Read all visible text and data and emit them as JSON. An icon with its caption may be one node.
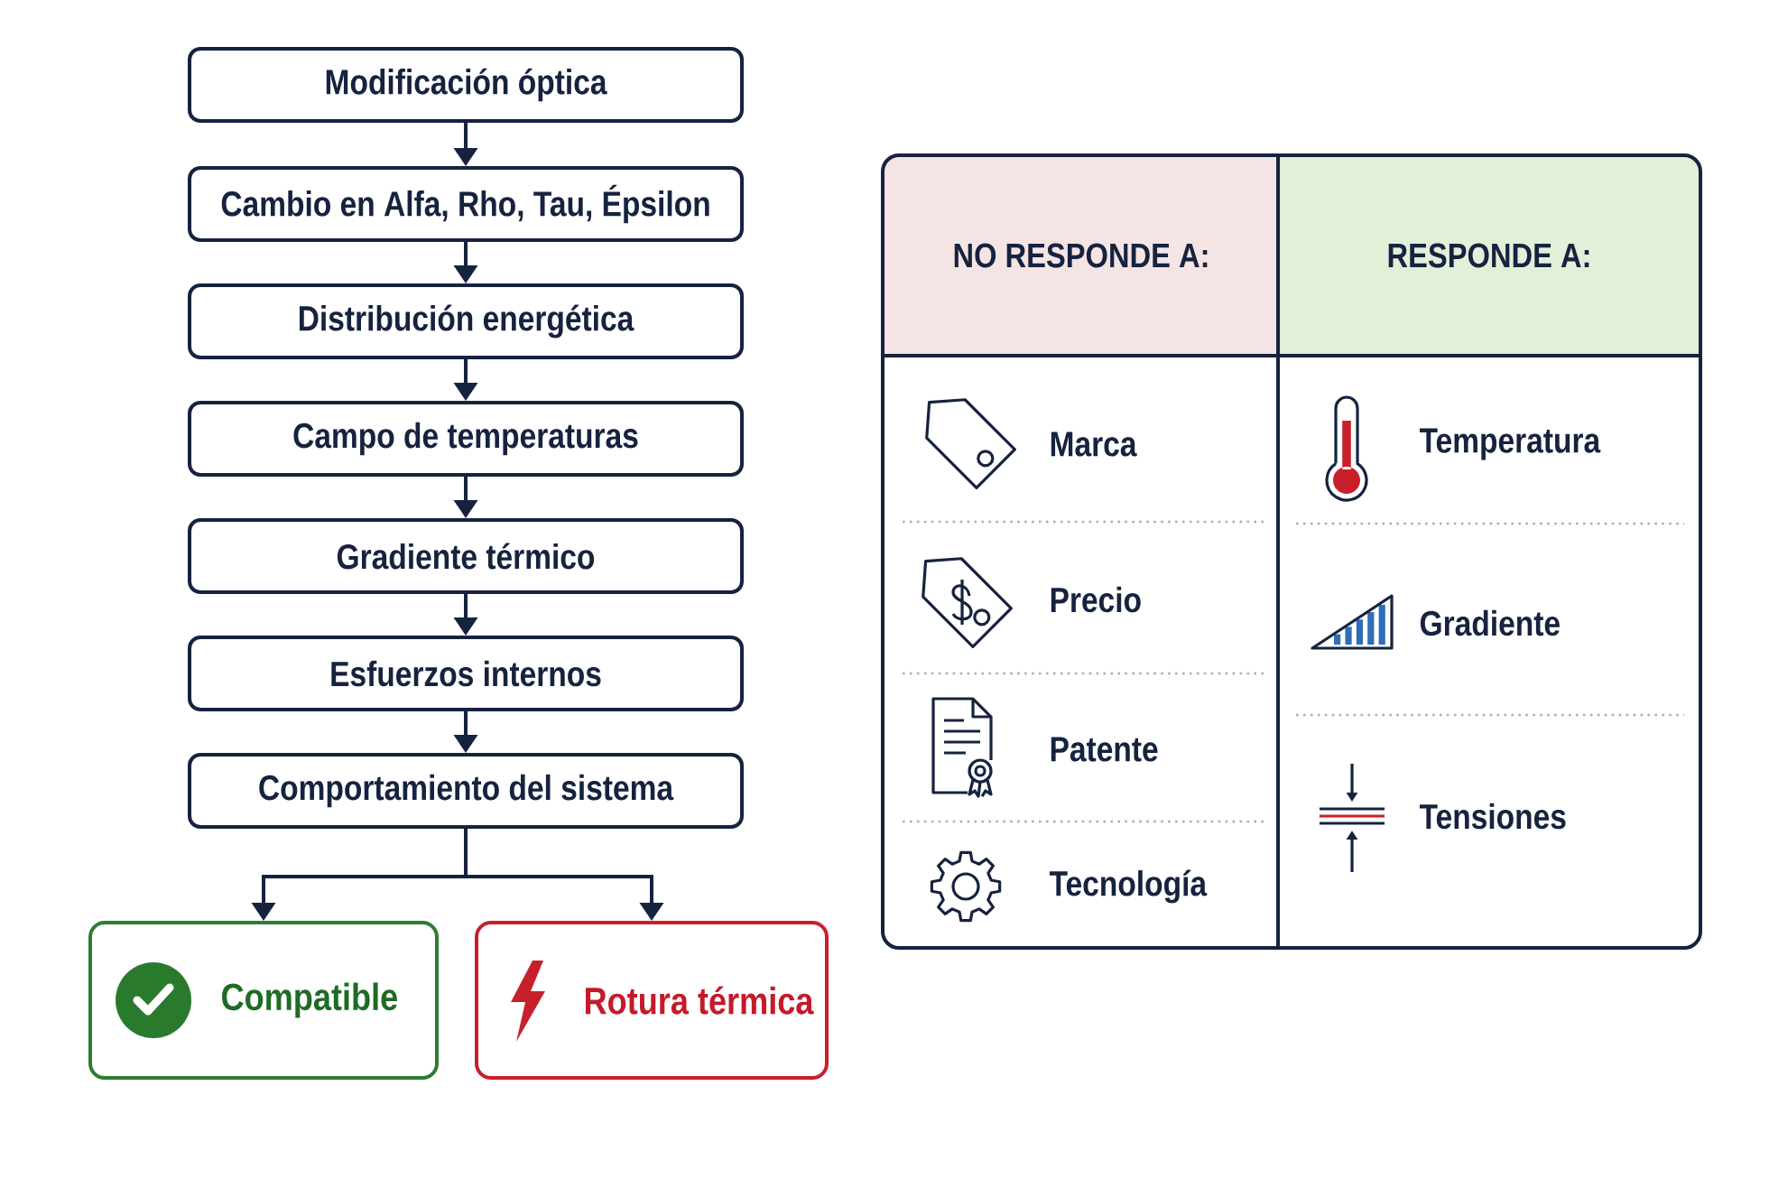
{
  "diagram": {
    "nodes": [
      {
        "text": [
          "Modificación óptica"
        ]
      },
      {
        "text": [
          "Cambio en Alfa, Rho, Tau, Épsilon"
        ]
      },
      {
        "text": [
          "Distribución energética"
        ]
      },
      {
        "text": [
          "Campo de temperaturas"
        ]
      },
      {
        "text": [
          "Gradiente térmico"
        ]
      },
      {
        "text": [
          "Esfuerzos internos"
        ]
      },
      {
        "text": [
          "Comportamiento del sistema"
        ]
      },
      {
        "text": [
          "Compatible"
        ]
      },
      {
        "text": [
          "Rotura térmica"
        ]
      },
      {
        "text": [
          "NO RESPONDE A:"
        ]
      },
      {
        "text": [
          "RESPONDE A:"
        ]
      }
    ],
    "edges": [
      {
        "from": 0,
        "to": 1,
        "arrow": "to"
      },
      {
        "from": 1,
        "to": 2,
        "arrow": "to"
      },
      {
        "from": 2,
        "to": 3,
        "arrow": "to"
      },
      {
        "from": 3,
        "to": 4,
        "arrow": "to"
      },
      {
        "from": 4,
        "to": 5,
        "arrow": "to"
      },
      {
        "from": 5,
        "to": 6,
        "arrow": "to"
      },
      {
        "from": 6,
        "to": 7,
        "arrow": "to"
      },
      {
        "from": 6,
        "to": 8,
        "arrow": "to"
      }
    ],
    "labels": [
      "Marca",
      "Precio",
      "Patente",
      "Tecnología",
      "Temperatura",
      "Gradiente",
      "Tensiones"
    ]
  }
}
